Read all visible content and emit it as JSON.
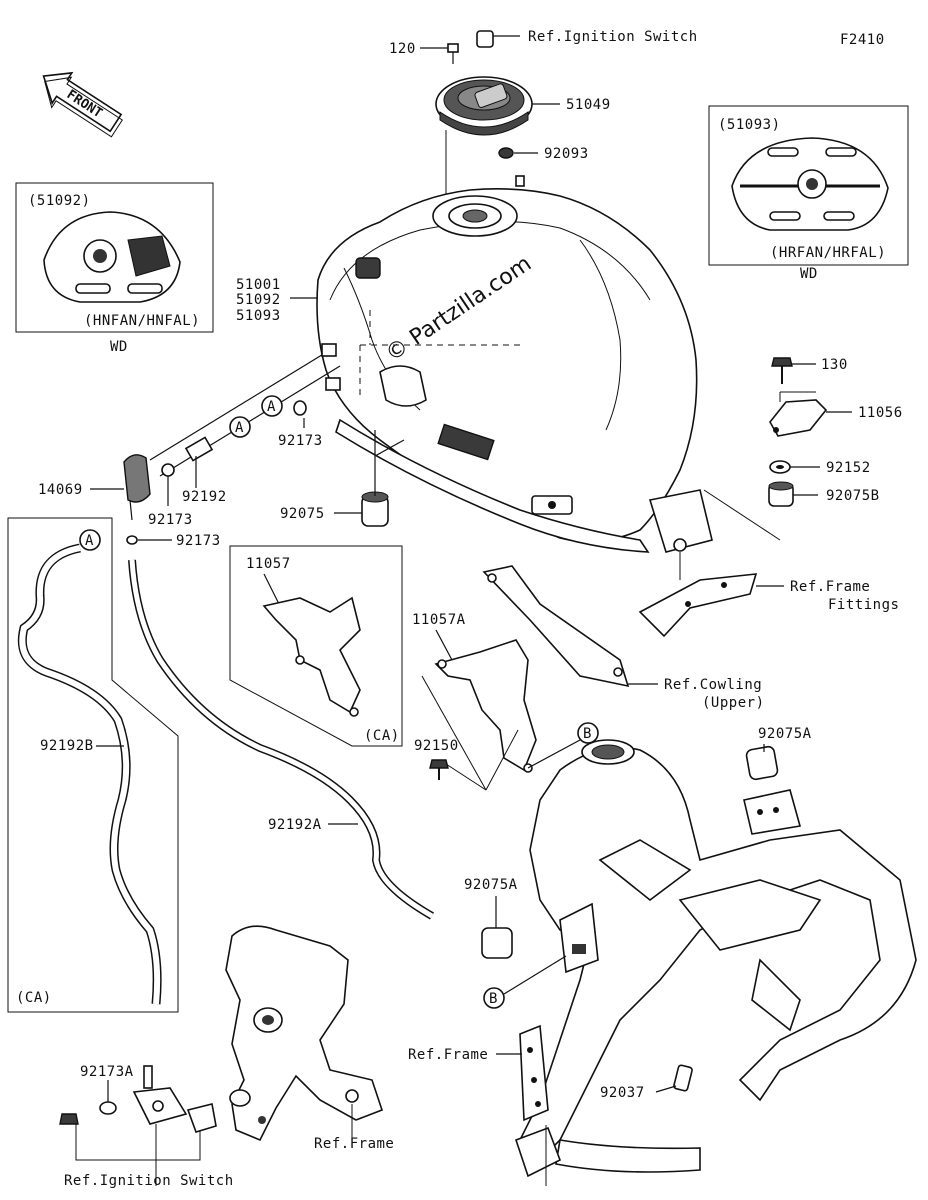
{
  "figure_code": "F2410",
  "watermark": "© Partzilla.com",
  "front_badge": "FRONT",
  "insets": {
    "left": {
      "code": "(51092)",
      "variant": "(HNFAN/HNFAL)",
      "note": "WD"
    },
    "right": {
      "code": "(51093)",
      "variant": "(HRFAN/HRFAL)",
      "note": "WD"
    },
    "ca_bracket": {
      "code": "11057",
      "tag": "(CA)"
    },
    "ca_hose": {
      "tag": "(CA)"
    }
  },
  "callouts": {
    "A": "A",
    "B": "B"
  },
  "labels": {
    "p120": "120",
    "ref_ignition_top": "Ref.Ignition Switch",
    "p51049": "51049",
    "p92093": "92093",
    "p51001": "51001",
    "p51092": "51092",
    "p51093": "51093",
    "p92173a_left": "92173",
    "p14069": "14069",
    "p92192": "92192",
    "p92173b": "92173",
    "p92173c": "92173",
    "p92075": "92075",
    "p130": "130",
    "p11056": "11056",
    "p92152": "92152",
    "p92075B": "92075B",
    "ref_frame_fittings_1": "Ref.Frame",
    "ref_frame_fittings_2": "Fittings",
    "p11057A": "11057A",
    "ref_cowling_1": "Ref.Cowling",
    "ref_cowling_2": "(Upper)",
    "p92150": "92150",
    "p92075A_top": "92075A",
    "p92192B": "92192B",
    "p92192A": "92192A",
    "p92075A_mid": "92075A",
    "p92173A": "92173A",
    "ref_frame_mid": "Ref.Frame",
    "ref_frame_low": "Ref.Frame",
    "p92037": "92037",
    "ref_ignition_bottom": "Ref.Ignition Switch"
  }
}
